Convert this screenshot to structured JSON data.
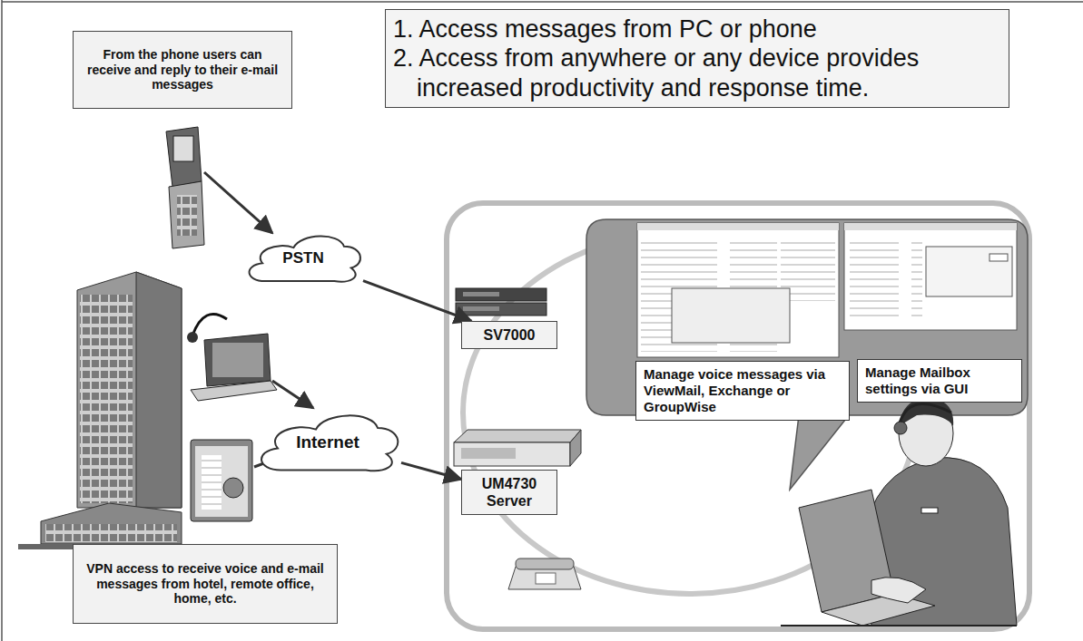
{
  "diagram": {
    "nodes": [
      {
        "text": [
          "1. Access messages from PC or phone",
          "2. Access from anywhere or any device provides increased productivity and response time."
        ]
      },
      {
        "text": [
          "From the phone users can receive and reply to their e-mail messages"
        ]
      },
      {
        "text": [
          "PSTN"
        ]
      },
      {
        "text": [
          "Internet"
        ]
      },
      {
        "text": [
          "VPN access to receive voice and e-mail messages from hotel, remote office, home, etc."
        ]
      },
      {
        "text": [
          "SV7000"
        ]
      },
      {
        "text": [
          "UM4730 Server"
        ]
      },
      {
        "text": [
          "Manage voice messages via ViewMail, Exchange or GroupWise"
        ]
      },
      {
        "text": [
          "Manage Mailbox settings via GUI"
        ]
      }
    ],
    "edges": [
      {
        "from": 2,
        "to": 5,
        "arrow": "to"
      },
      {
        "from": 3,
        "to": 6,
        "arrow": "to"
      }
    ]
  }
}
